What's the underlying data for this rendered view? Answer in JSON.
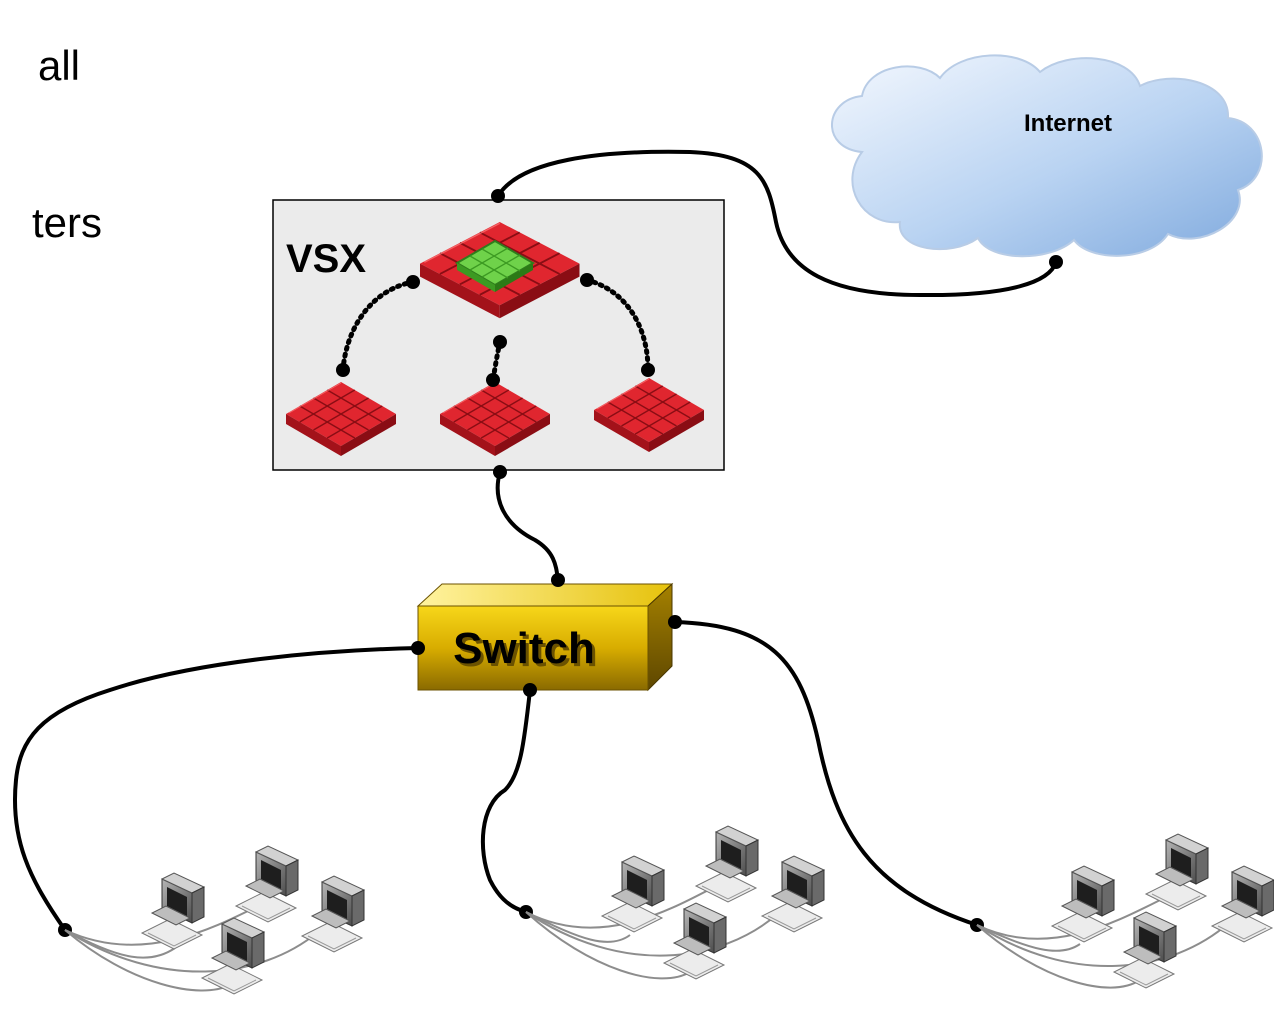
{
  "fragments": {
    "line1": "all",
    "line2": "ters"
  },
  "cloud": {
    "label": "Internet"
  },
  "vsx": {
    "label": "VSX"
  },
  "switch": {
    "label": "Switch"
  },
  "workstation_groups": [
    {
      "computers": 4
    },
    {
      "computers": 4
    },
    {
      "computers": 4
    }
  ],
  "colors": {
    "firewall_red": "#d8202a",
    "firewall_dark": "#a3121a",
    "virtual_firewall_green": "#5cc23a",
    "vsx_box_fill": "#ebebeb",
    "switch_gold": "#e8c400",
    "cloud_blue": "#8fb8e8",
    "link_black": "#000000"
  }
}
